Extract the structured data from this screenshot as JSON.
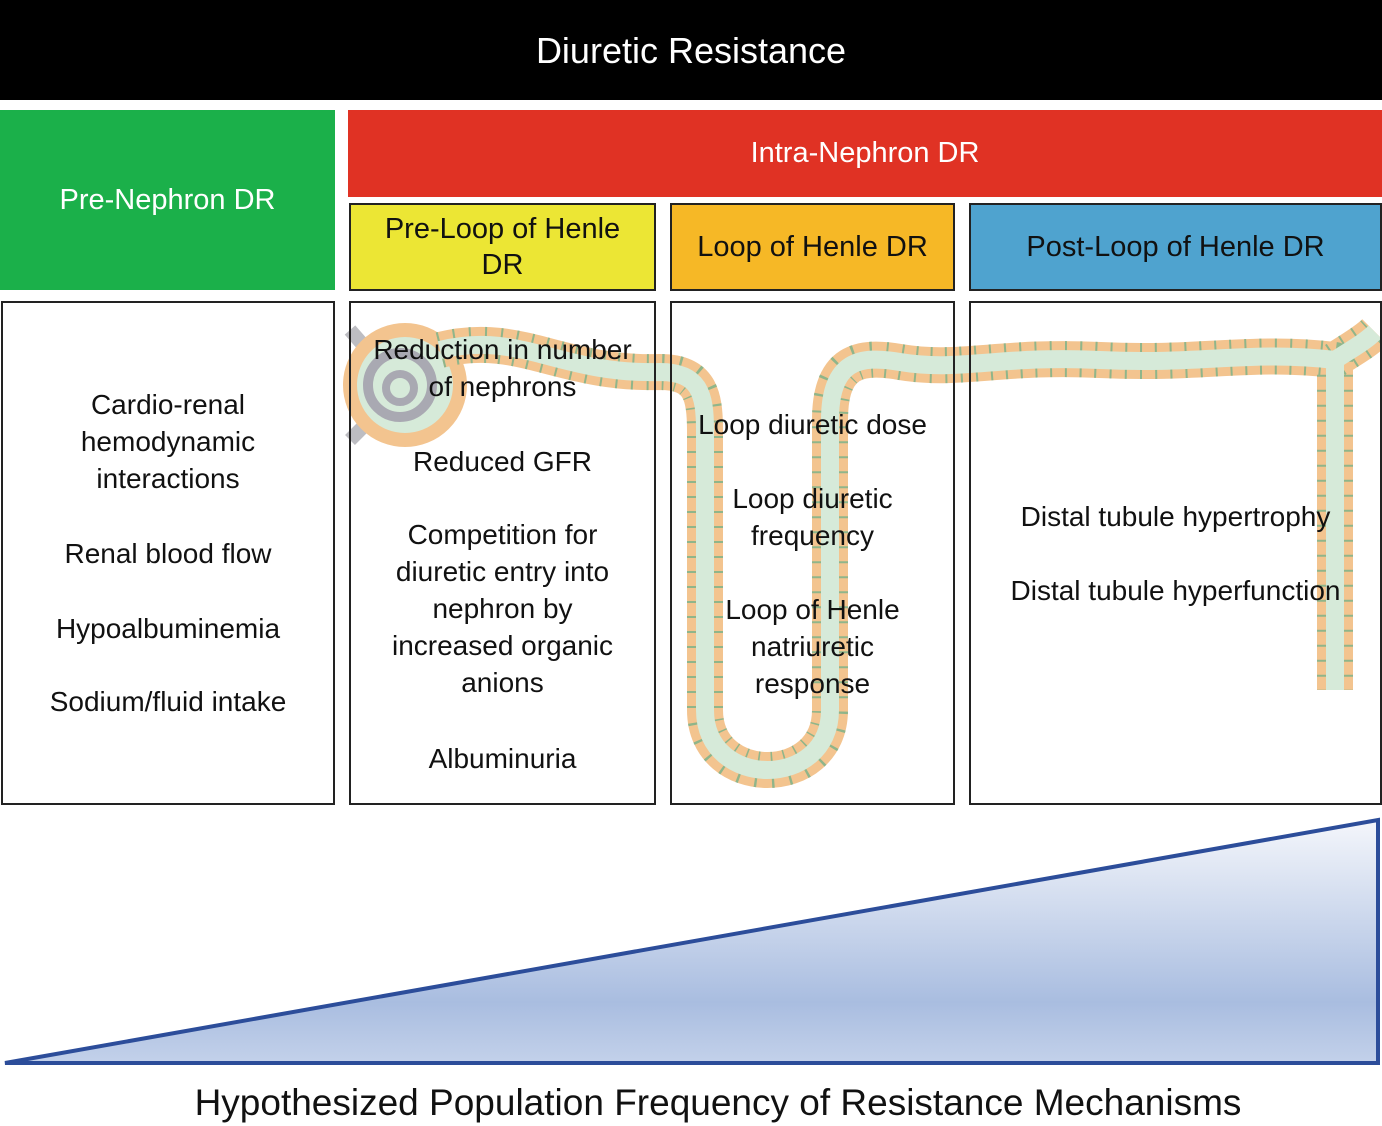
{
  "title": "Diuretic Resistance",
  "pre_nephron": {
    "label": "Pre-Nephron DR",
    "color": "#1bb04a",
    "items": [
      "Cardio-renal hemodynamic interactions",
      "Renal blood flow",
      "Hypoalbuminemia",
      "Sodium/fluid intake"
    ]
  },
  "intra_nephron": {
    "label": "Intra-Nephron DR",
    "color": "#e03224",
    "sections": [
      {
        "label": "Pre-Loop of Henle DR",
        "color": "#ece634",
        "items": [
          "Reduction in number of nephrons",
          "Reduced GFR",
          "Competition for diuretic entry into nephron by increased organic anions",
          "Albuminuria"
        ]
      },
      {
        "label": "Loop of Henle DR",
        "color": "#f6b826",
        "items": [
          "Loop diuretic dose",
          "Loop diuretic frequency",
          "Loop of Henle natriuretic response"
        ]
      },
      {
        "label": "Post-Loop of Henle DR",
        "color": "#4fa3cf",
        "items": [
          "Distal tubule hypertrophy",
          "Distal tubule hyperfunction"
        ]
      }
    ]
  },
  "caption": "Hypothesized Population Frequency of Resistance Mechanisms"
}
